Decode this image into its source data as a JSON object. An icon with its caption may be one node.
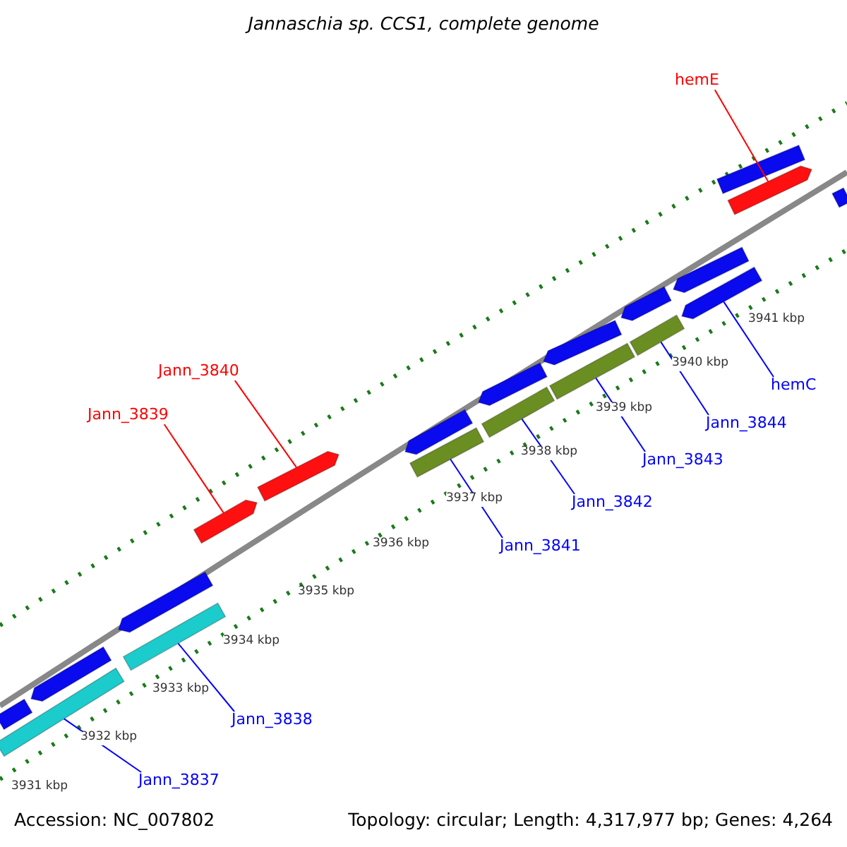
{
  "diagram": {
    "title": "Jannaschia sp. CCS1, complete genome",
    "nodes": [
      {
        "text": [
          "Jann_3839"
        ]
      },
      {
        "text": [
          "Jann_3840"
        ]
      },
      {
        "text": [
          "hemE"
        ]
      },
      {
        "text": [
          "Jann_3837"
        ]
      },
      {
        "text": [
          "Jann_3838"
        ]
      },
      {
        "text": [
          "Jann_3841"
        ]
      },
      {
        "text": [
          "Jann_3842"
        ]
      },
      {
        "text": [
          "Jann_3843"
        ]
      },
      {
        "text": [
          "Jann_3844"
        ]
      },
      {
        "text": [
          "hemC"
        ]
      },
      {
        "text": [],
        "shape": "bar"
      },
      {
        "text": [],
        "shape": "bar"
      },
      {
        "text": [],
        "shape": "bar"
      },
      {
        "text": [],
        "shape": "bar"
      },
      {
        "text": [],
        "shape": "bar"
      },
      {
        "text": [],
        "shape": "bar"
      },
      {
        "text": [],
        "shape": "bar"
      },
      {
        "text": [],
        "shape": "bar"
      },
      {
        "text": [],
        "shape": "bar"
      },
      {
        "text": [],
        "shape": "bar"
      },
      {
        "text": [],
        "shape": "bar"
      },
      {
        "text": [],
        "shape": "bar"
      },
      {
        "text": [],
        "shape": "bar"
      },
      {
        "text": [],
        "shape": "bar"
      },
      {
        "text": [],
        "shape": "bar"
      },
      {
        "text": [],
        "shape": "bar"
      },
      {
        "text": [],
        "shape": "bar"
      },
      {
        "text": [],
        "shape": "bar"
      },
      {
        "text": [],
        "shape": "bar"
      },
      {
        "text": [],
        "shape": "bar"
      }
    ],
    "edges": [
      {
        "from": 0,
        "to": 15,
        "arrow": "none",
        "color": "#ff0000"
      },
      {
        "from": 1,
        "to": 16,
        "arrow": "none",
        "color": "#ff0000"
      },
      {
        "from": 2,
        "to": 28,
        "arrow": "none",
        "color": "#ff0000"
      },
      {
        "from": 3,
        "to": 11,
        "arrow": "none"
      },
      {
        "from": 4,
        "to": 13,
        "arrow": "none"
      },
      {
        "from": 5,
        "to": 18,
        "arrow": "none"
      },
      {
        "from": 6,
        "to": 20,
        "arrow": "none"
      },
      {
        "from": 7,
        "to": 22,
        "arrow": "none"
      },
      {
        "from": 8,
        "to": 24,
        "arrow": "none"
      },
      {
        "from": 9,
        "to": 26,
        "arrow": "none"
      }
    ],
    "labels": [
      "3931 kbp",
      "3932 kbp",
      "3933 kbp",
      "3934 kbp",
      "3935 kbp",
      "3936 kbp",
      "3937 kbp",
      "3938 kbp",
      "3939 kbp",
      "3940 kbp",
      "3941 kbp",
      "Accession: NC_007802",
      "Topology: circular; Length: 4,317,977 bp; Genes: 4,264"
    ]
  }
}
